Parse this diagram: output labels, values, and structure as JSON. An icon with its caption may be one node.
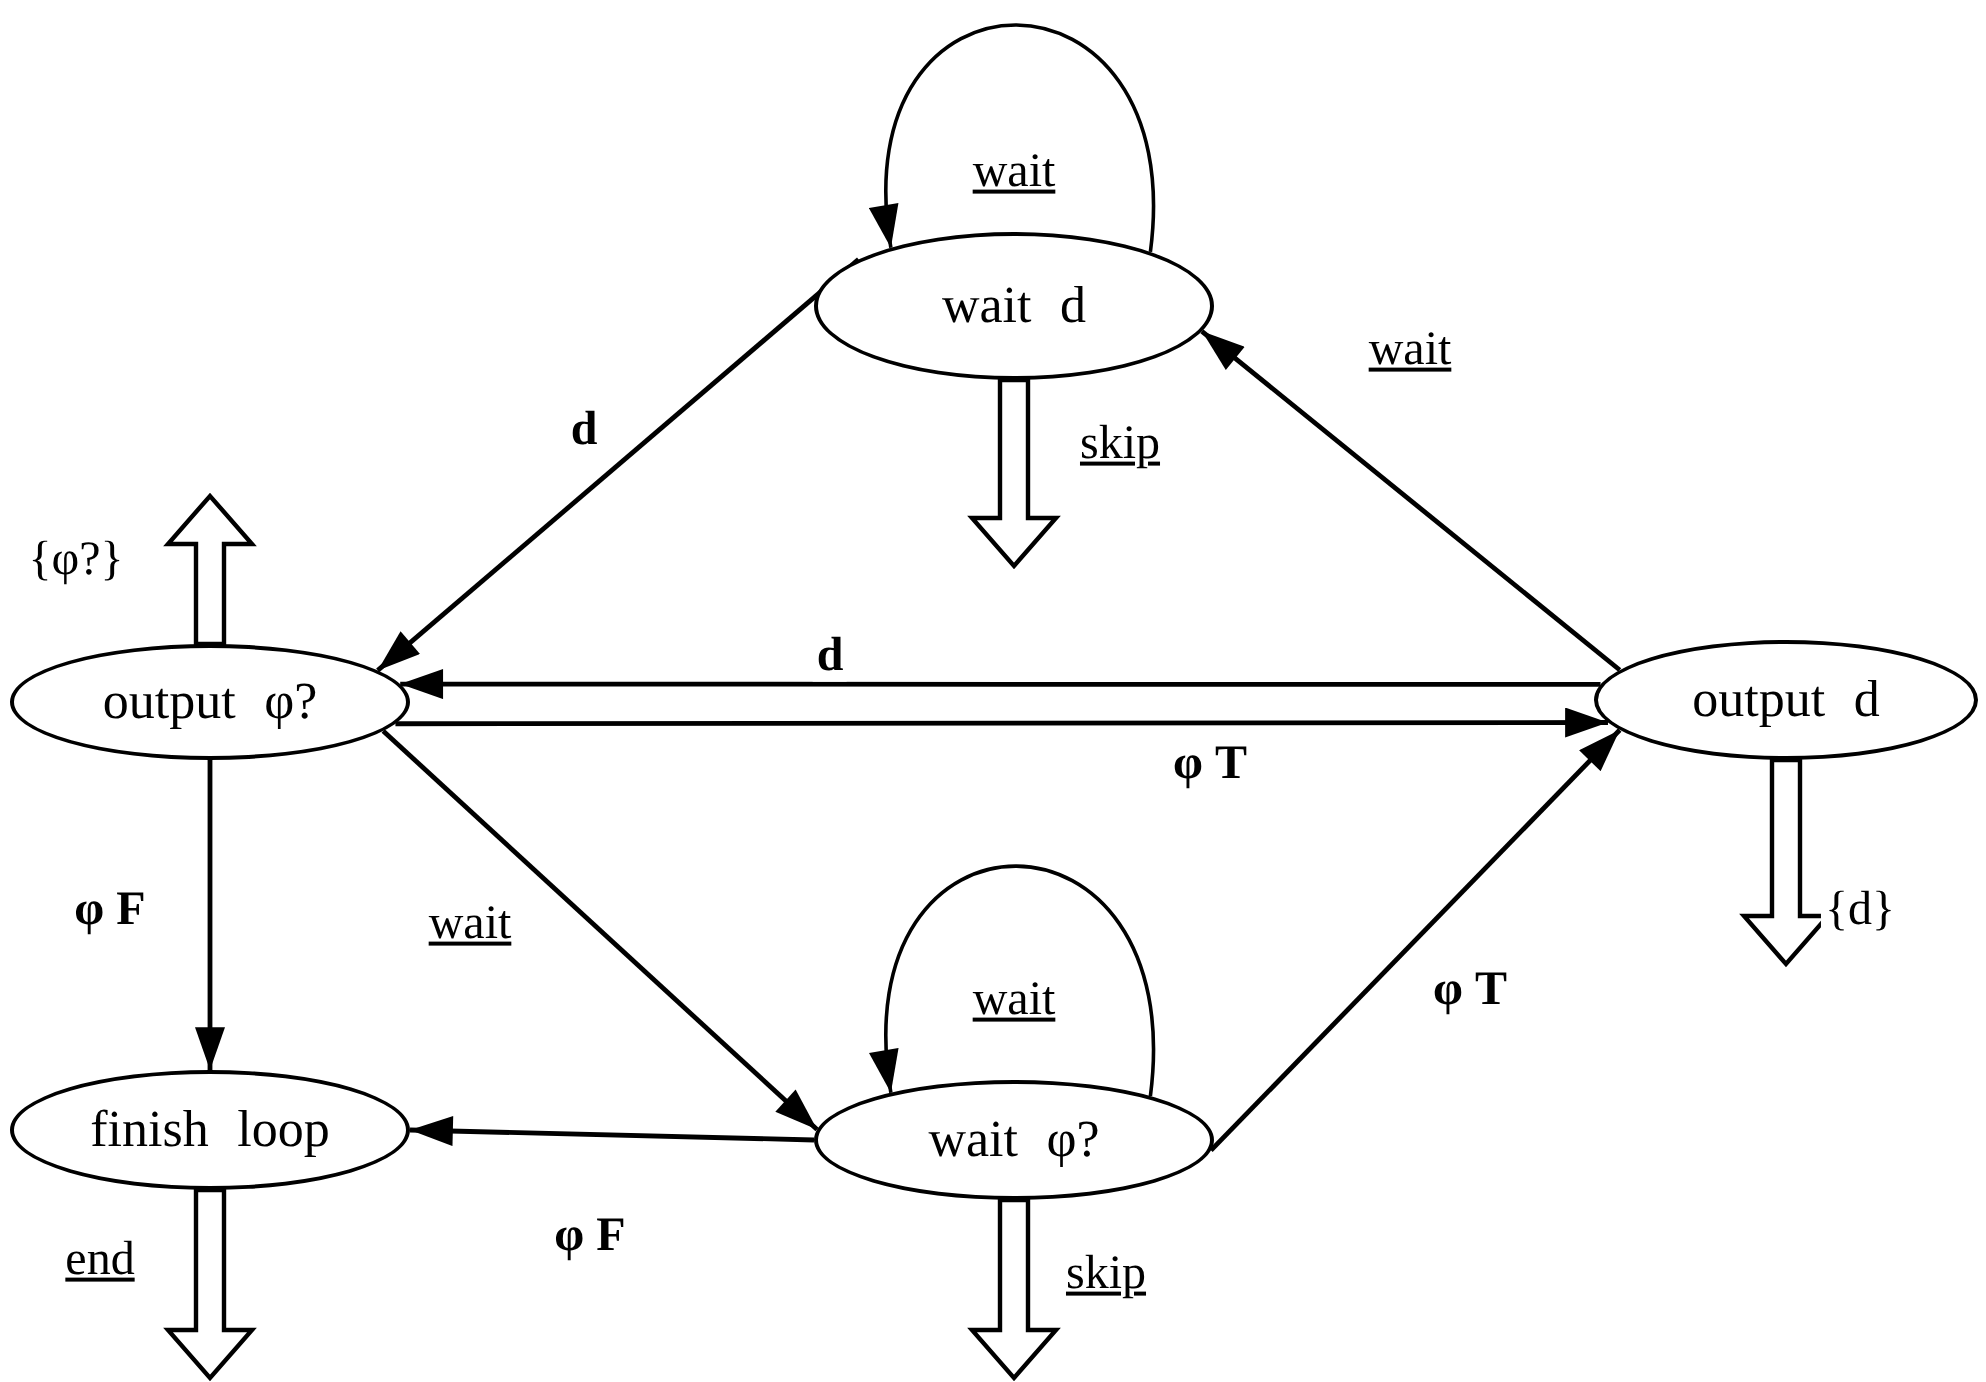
{
  "diagram": {
    "nodes": [
      {
        "text": [
          "wait d"
        ]
      },
      {
        "text": [
          "output φ?"
        ]
      },
      {
        "text": [
          "output d"
        ]
      },
      {
        "text": [
          "finish loop"
        ]
      },
      {
        "text": [
          "wait φ?"
        ]
      }
    ],
    "edges": [
      {
        "from": 0,
        "to": 0,
        "arrow": "to",
        "label": "wait"
      },
      {
        "from": 0,
        "to": 1,
        "arrow": "to",
        "label": "d"
      },
      {
        "from": 2,
        "to": 0,
        "arrow": "to",
        "label": "wait"
      },
      {
        "from": 2,
        "to": 1,
        "arrow": "to",
        "label": "d"
      },
      {
        "from": 1,
        "to": 2,
        "arrow": "to",
        "label": "φ T"
      },
      {
        "from": 1,
        "to": 3,
        "arrow": "to",
        "label": "φ F"
      },
      {
        "from": 1,
        "to": 4,
        "arrow": "to",
        "label": "wait"
      },
      {
        "from": 4,
        "to": 4,
        "arrow": "to",
        "label": "wait"
      },
      {
        "from": 4,
        "to": 2,
        "arrow": "to",
        "label": "φ T"
      },
      {
        "from": 4,
        "to": 3,
        "arrow": "to",
        "label": "φ F"
      },
      {
        "from": 0,
        "to": null,
        "arrow": "to",
        "label": "skip",
        "style": "thick"
      },
      {
        "from": 1,
        "to": null,
        "arrow": "to",
        "label": "{φ?}",
        "style": "thick"
      },
      {
        "from": 2,
        "to": null,
        "arrow": "to",
        "label": "{d}",
        "style": "thick"
      },
      {
        "from": 3,
        "to": null,
        "arrow": "to",
        "label": "end",
        "style": "thick"
      },
      {
        "from": 4,
        "to": null,
        "arrow": "to",
        "label": "skip",
        "style": "thick"
      }
    ]
  }
}
